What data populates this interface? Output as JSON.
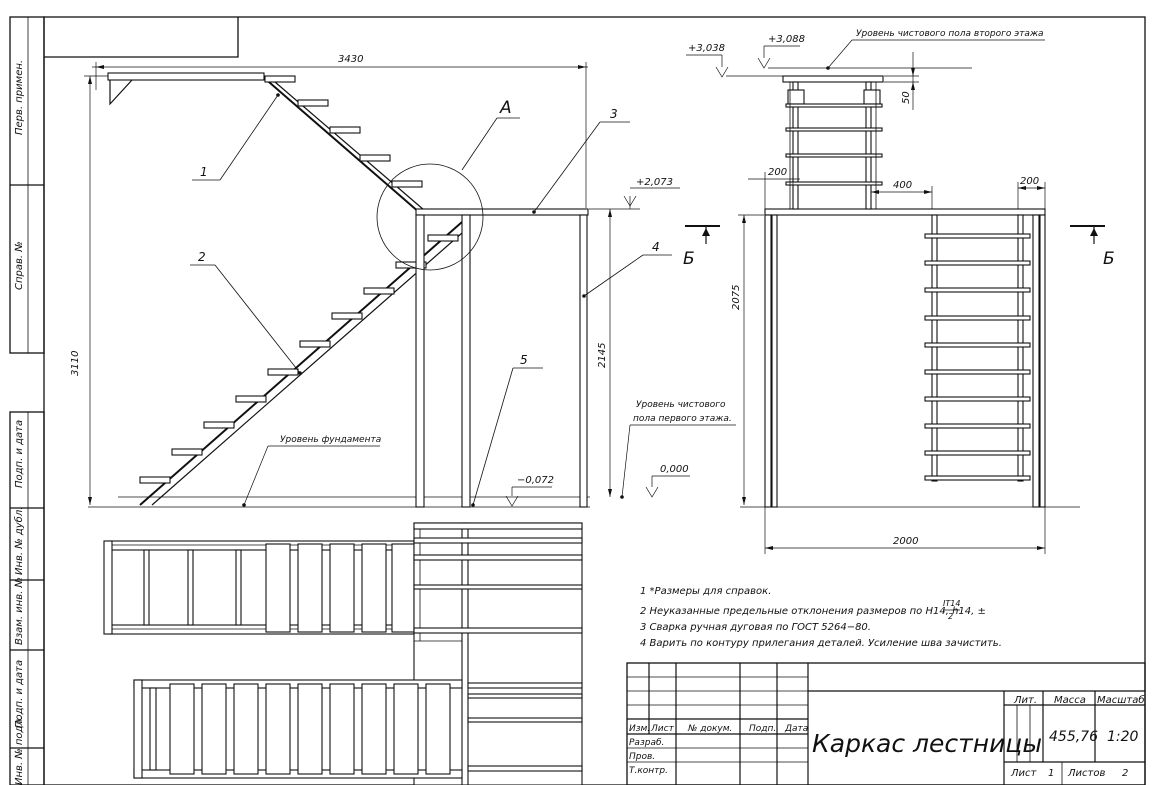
{
  "side_stamp": {
    "cells": [
      "Перв. примен.",
      "Справ. №",
      "Подп. и дата",
      "Инв. № дубл.",
      "Взам. инв. №",
      "Подп. и дата",
      "Инв. № подл."
    ]
  },
  "views": {
    "elevation": {
      "callout_A": "А",
      "leaders": [
        "1",
        "2",
        "3",
        "4",
        "5"
      ],
      "dims": {
        "overall_length": "3430",
        "overall_height": "3110",
        "post_height": "2145",
        "frame_height": "2075",
        "offset_200_left": "200",
        "offset_400": "400",
        "offset_200_right": "200",
        "offset_50": "50",
        "width_2000": "2000"
      },
      "levels": {
        "l_3038": "+3,038",
        "l_3088": "+3,088",
        "l_2073": "+2,073",
        "l_0000": "0,000",
        "l_neg_072": "−0,072"
      },
      "labels": {
        "second_floor": "Уровень чистового пола второго этажа",
        "first_floor_line1": "Уровень чистового",
        "first_floor_line2": "пола первого этажа.",
        "foundation": "Уровень фундамента"
      },
      "section_mark": "Б"
    }
  },
  "notes": [
    "1  *Размеры для справок.",
    "2  Неуказанные предельные отклонения размеров по H14, h14, ±",
    "3  Сварка ручная дуговая по ГОСТ 5264−80.",
    "4  Варить по контуру прилегания деталей. Усиление шва зачистить."
  ],
  "note_fraction": {
    "num": "IT14",
    "den": "2"
  },
  "title_block": {
    "headers": [
      "Изм.",
      "Лист",
      "№ докум.",
      "Подп.",
      "Дата"
    ],
    "rows": [
      "Разраб.",
      "Пров.",
      "Т.контр."
    ],
    "title": "Каркас лестницы",
    "lit_label": "Лит.",
    "mass_label": "Масса",
    "scale_label": "Масштаб",
    "mass": "455,76",
    "scale": "1:20",
    "sheet_label": "Лист",
    "sheet_num": "1",
    "sheets_label": "Листов",
    "sheets_num": "2"
  }
}
